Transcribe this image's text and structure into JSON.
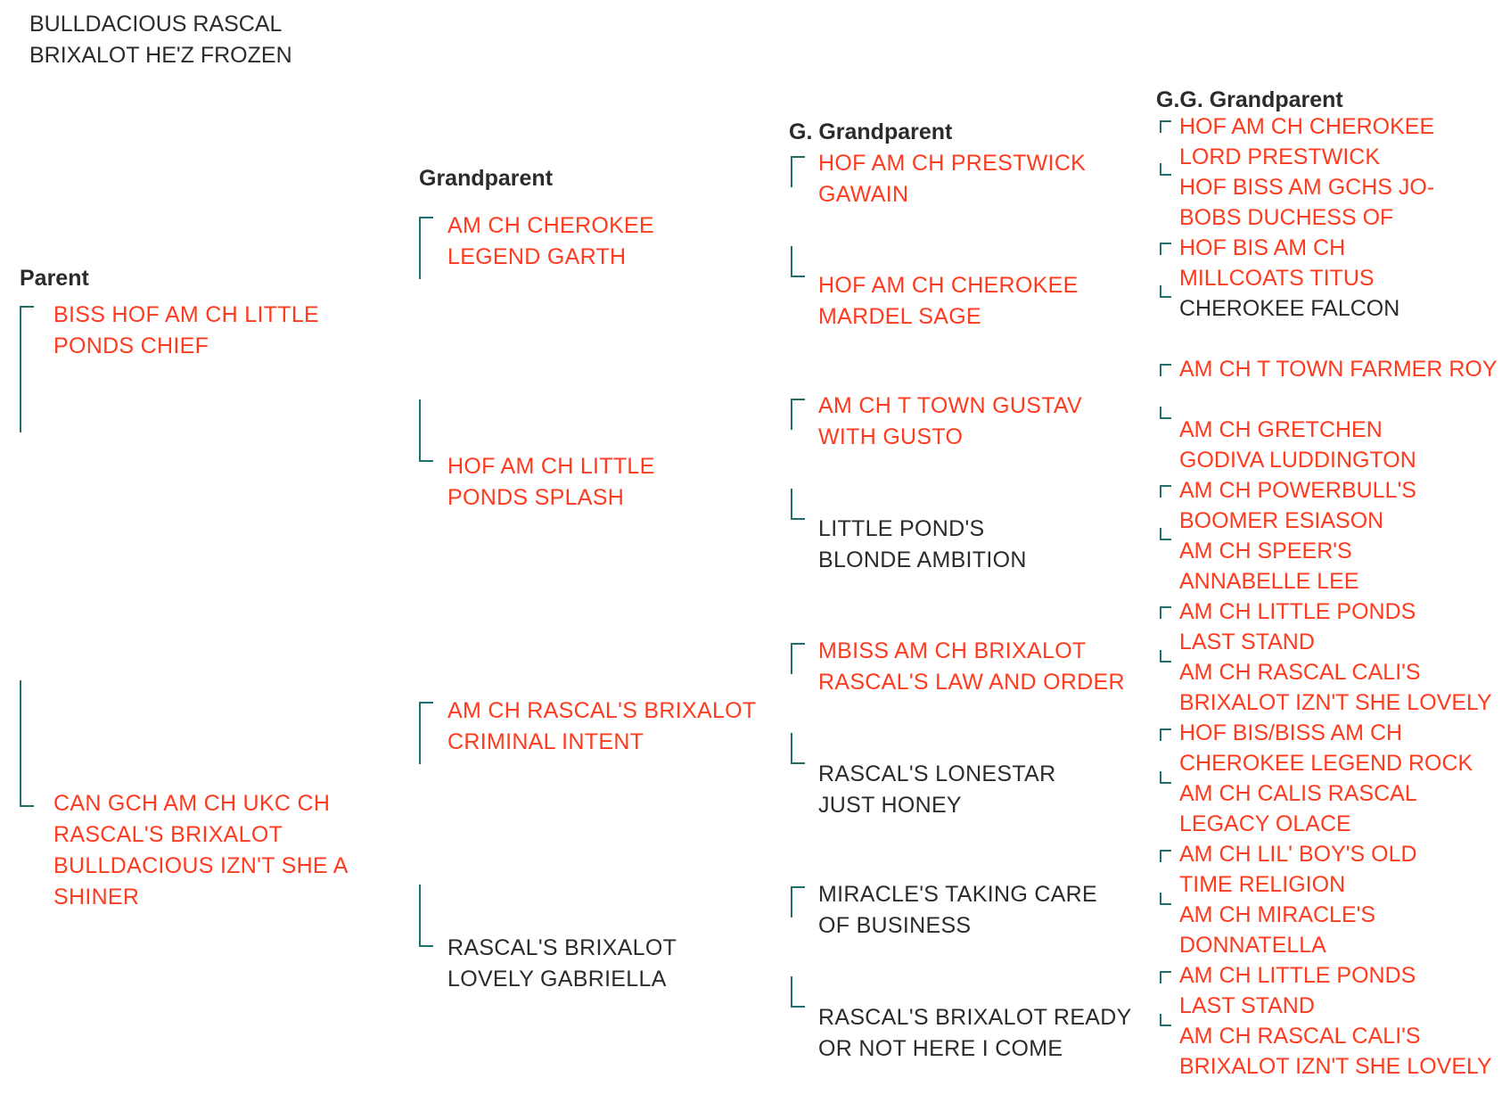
{
  "dog": {
    "line1": "BULLDACIOUS RASCAL",
    "line2": "BRIXALOT HE'Z FROZEN"
  },
  "headers": {
    "parent": "Parent",
    "grandparent": "Grandparent",
    "g_grandparent": "G. Grandparent",
    "gg_grandparent": "G.G. Grandparent"
  },
  "colors": {
    "titled": "#ff3b1f",
    "untitled": "#2b2b2b",
    "bracket": "#1f6f6f"
  },
  "parents": [
    {
      "l1": "BISS HOF AM CH LITTLE",
      "l2": "PONDS CHIEF"
    },
    {
      "l1": "CAN GCH AM CH UKC CH",
      "l2": "RASCAL'S BRIXALOT",
      "l3": "BULLDACIOUS IZN'T SHE A",
      "l4": "SHINER"
    }
  ],
  "grandparents": [
    {
      "l1": "AM CH CHEROKEE",
      "l2": "LEGEND GARTH"
    },
    {
      "l1": "HOF AM CH LITTLE",
      "l2": "PONDS SPLASH"
    },
    {
      "l1": "AM CH RASCAL'S BRIXALOT",
      "l2": "CRIMINAL INTENT"
    },
    {
      "l1": "RASCAL'S BRIXALOT",
      "l2": "LOVELY GABRIELLA"
    }
  ],
  "g_grandparents": [
    {
      "l1": "HOF AM CH PRESTWICK",
      "l2": "GAWAIN"
    },
    {
      "l1": "HOF AM CH CHEROKEE",
      "l2": "MARDEL SAGE"
    },
    {
      "l1": "AM CH T TOWN GUSTAV",
      "l2": "WITH GUSTO"
    },
    {
      "l1": "LITTLE POND'S",
      "l2": "BLONDE AMBITION"
    },
    {
      "l1": "MBISS AM CH BRIXALOT",
      "l2": "RASCAL'S LAW AND ORDER"
    },
    {
      "l1": "RASCAL'S LONESTAR",
      "l2": "JUST HONEY"
    },
    {
      "l1": "MIRACLE'S TAKING CARE",
      "l2": "OF BUSINESS"
    },
    {
      "l1": "RASCAL'S BRIXALOT READY",
      "l2": "OR NOT HERE I COME"
    }
  ],
  "gg_lines": [
    "HOF AM CH CHEROKEE",
    "LORD PRESTWICK",
    "HOF BISS AM GCHS JO-",
    "BOBS DUCHESS OF",
    "HOF BIS AM CH",
    "MILLCOATS TITUS",
    "CHEROKEE FALCON",
    "AM CH T TOWN FARMER ROY",
    "AM CH GRETCHEN",
    "GODIVA LUDDINGTON",
    "AM CH POWERBULL'S",
    "BOOMER ESIASON",
    "AM CH SPEER'S",
    "ANNABELLE LEE",
    "AM CH LITTLE PONDS",
    "LAST STAND",
    "AM CH RASCAL CALI'S",
    "BRIXALOT IZN'T SHE LOVELY",
    "HOF BIS/BISS AM CH",
    "CHEROKEE LEGEND ROCK",
    "AM CH CALIS RASCAL",
    "LEGACY OLACE",
    "AM CH LIL' BOY'S OLD",
    "TIME RELIGION",
    "AM CH MIRACLE'S",
    "DONNATELLA",
    "AM CH LITTLE PONDS",
    "LAST STAND",
    "AM CH RASCAL CALI'S",
    "BRIXALOT IZN'T SHE LOVELY"
  ]
}
